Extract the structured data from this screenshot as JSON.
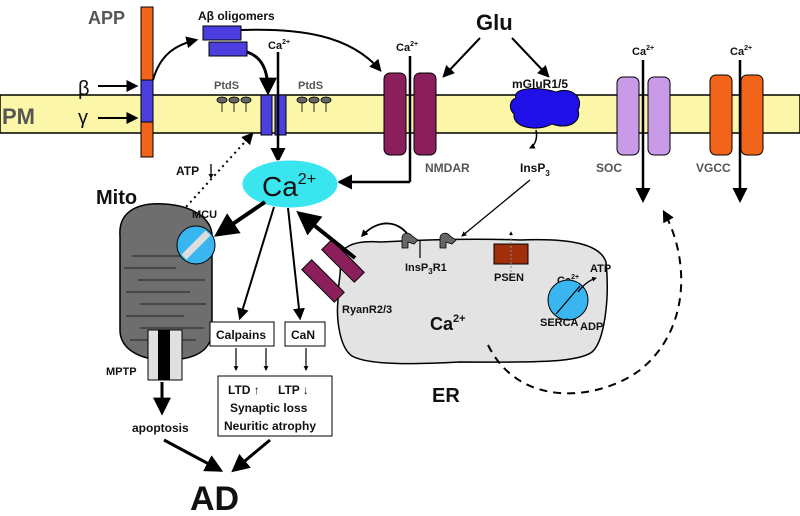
{
  "labels": {
    "app": "APP",
    "pm": "PM",
    "beta": "β",
    "gamma": "γ",
    "abeta_oligomers": "Aβ oligomers",
    "ptds_left": "PtdS",
    "ptds_right": "PtdS",
    "glu": "Glu",
    "ca_in": "Ca",
    "ca_in_sup": "2+",
    "ca_nmdar": "Ca",
    "ca_soc": "Ca",
    "ca_vgcc": "Ca",
    "sup2plus": "2+",
    "nmdar": "NMDAR",
    "mglur": "mGluR1/5",
    "insp3": "InsP",
    "insp3_sub": "3",
    "soc": "SOC",
    "vgcc": "VGCC",
    "ca_center": "Ca",
    "ca_center_sup": "2+",
    "atp_mito": "ATP",
    "mito": "Mito",
    "mcu": "MCU",
    "mptp": "MPTP",
    "apoptosis": "apoptosis",
    "ad": "AD",
    "calpains": "Calpains",
    "can": "CaN",
    "ltd": "LTD",
    "ltp": "LTP",
    "up_arrow": "↑",
    "down_arrow": "↓",
    "synaptic_loss": "Synaptic loss",
    "neuritic_atrophy": "Neuritic atrophy",
    "ryanr": "RyanR2/3",
    "insp3r1_a": "InsP",
    "insp3r1_sub": "3",
    "insp3r1_b": "R1",
    "psen": "PSEN",
    "serca": "SERCA",
    "atp_serca": "ATP",
    "adp_serca": "ADP",
    "ca_er": "Ca",
    "ca_er_sup": "2+",
    "er": "ER"
  },
  "colors": {
    "membrane": "#fbf6a8",
    "app": "#f26419",
    "app_segment": "#4b3fe0",
    "abeta": "#4b3fe0",
    "nmdar": "#8b1f5c",
    "mglur": "#1e10e6",
    "soc": "#c99ae8",
    "vgcc": "#f26419",
    "ca_ellipse": "#39e6f0",
    "mcu": "#39b6f0",
    "mito": "#6e6e6e",
    "er": "#e3e3e3",
    "psen": "#a0300b",
    "ryanr": "#8b1f5c"
  },
  "icons": [
    "ptds-lipid-icon",
    "mcu-channel-icon",
    "serca-pump-icon",
    "insp3r1-receptor-icon"
  ]
}
